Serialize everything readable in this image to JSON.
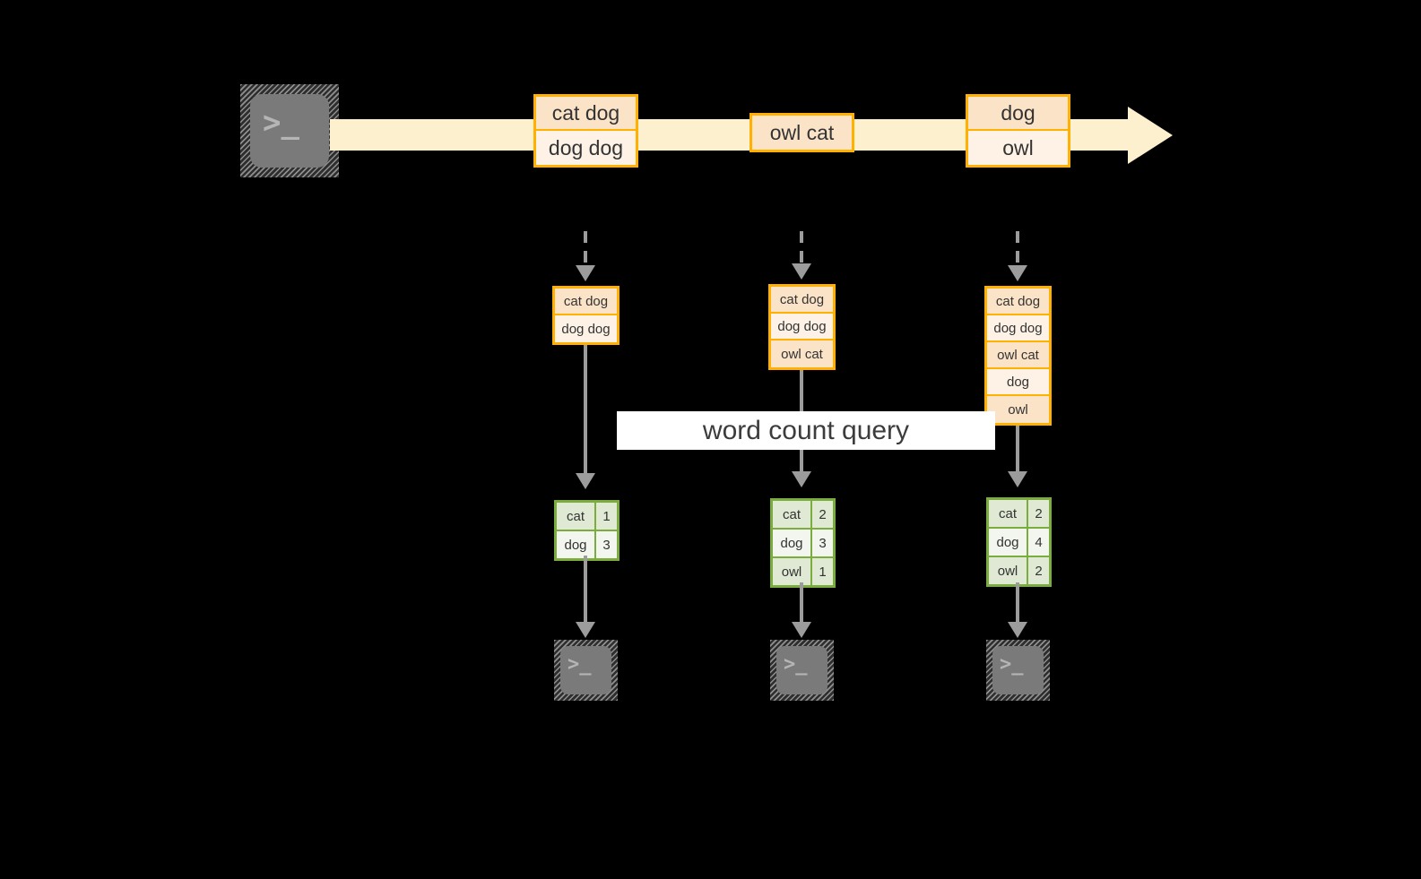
{
  "diagram": {
    "title_label": "word count query",
    "colors": {
      "background": "#000000",
      "stream_band": "#fdf0ce",
      "record_border": "#ffb000",
      "record_fill_dark": "#fbe3c8",
      "record_fill_light": "#fdf2e5",
      "table_border": "#7aad3d",
      "table_fill_dark": "#dfe9d4",
      "table_fill_light": "#f2f6ee",
      "connector": "#9c9c9c",
      "terminal_body": "#7a7a7a",
      "label_band": "#ffffff",
      "text": "#333333"
    },
    "source": {
      "icon": "terminal-icon",
      "glyph": ">_"
    },
    "stream_records": [
      {
        "rows": [
          {
            "text": "cat dog",
            "shade": "dark"
          },
          {
            "text": "dog dog",
            "shade": "light"
          }
        ]
      },
      {
        "rows": [
          {
            "text": "owl cat",
            "shade": "dark"
          }
        ]
      },
      {
        "rows": [
          {
            "text": "dog",
            "shade": "dark"
          },
          {
            "text": "owl",
            "shade": "light"
          }
        ]
      }
    ],
    "snapshots": [
      {
        "rows": [
          {
            "text": "cat dog",
            "shade": "dark"
          },
          {
            "text": "dog dog",
            "shade": "light"
          }
        ],
        "counts": [
          {
            "word": "cat",
            "count": "1",
            "shade": "dark"
          },
          {
            "word": "dog",
            "count": "3",
            "shade": "light"
          }
        ],
        "sink": {
          "icon": "terminal-icon",
          "glyph": ">_"
        }
      },
      {
        "rows": [
          {
            "text": "cat dog",
            "shade": "dark"
          },
          {
            "text": "dog dog",
            "shade": "light"
          },
          {
            "text": "owl cat",
            "shade": "dark"
          }
        ],
        "counts": [
          {
            "word": "cat",
            "count": "2",
            "shade": "dark"
          },
          {
            "word": "dog",
            "count": "3",
            "shade": "light"
          },
          {
            "word": "owl",
            "count": "1",
            "shade": "dark"
          }
        ],
        "sink": {
          "icon": "terminal-icon",
          "glyph": ">_"
        }
      },
      {
        "rows": [
          {
            "text": "cat dog",
            "shade": "dark"
          },
          {
            "text": "dog dog",
            "shade": "light"
          },
          {
            "text": "owl cat",
            "shade": "dark"
          },
          {
            "text": "dog",
            "shade": "light"
          },
          {
            "text": "owl",
            "shade": "dark"
          }
        ],
        "counts": [
          {
            "word": "cat",
            "count": "2",
            "shade": "dark"
          },
          {
            "word": "dog",
            "count": "4",
            "shade": "light"
          },
          {
            "word": "owl",
            "count": "2",
            "shade": "dark"
          }
        ],
        "sink": {
          "icon": "terminal-icon",
          "glyph": ">_"
        }
      }
    ]
  }
}
